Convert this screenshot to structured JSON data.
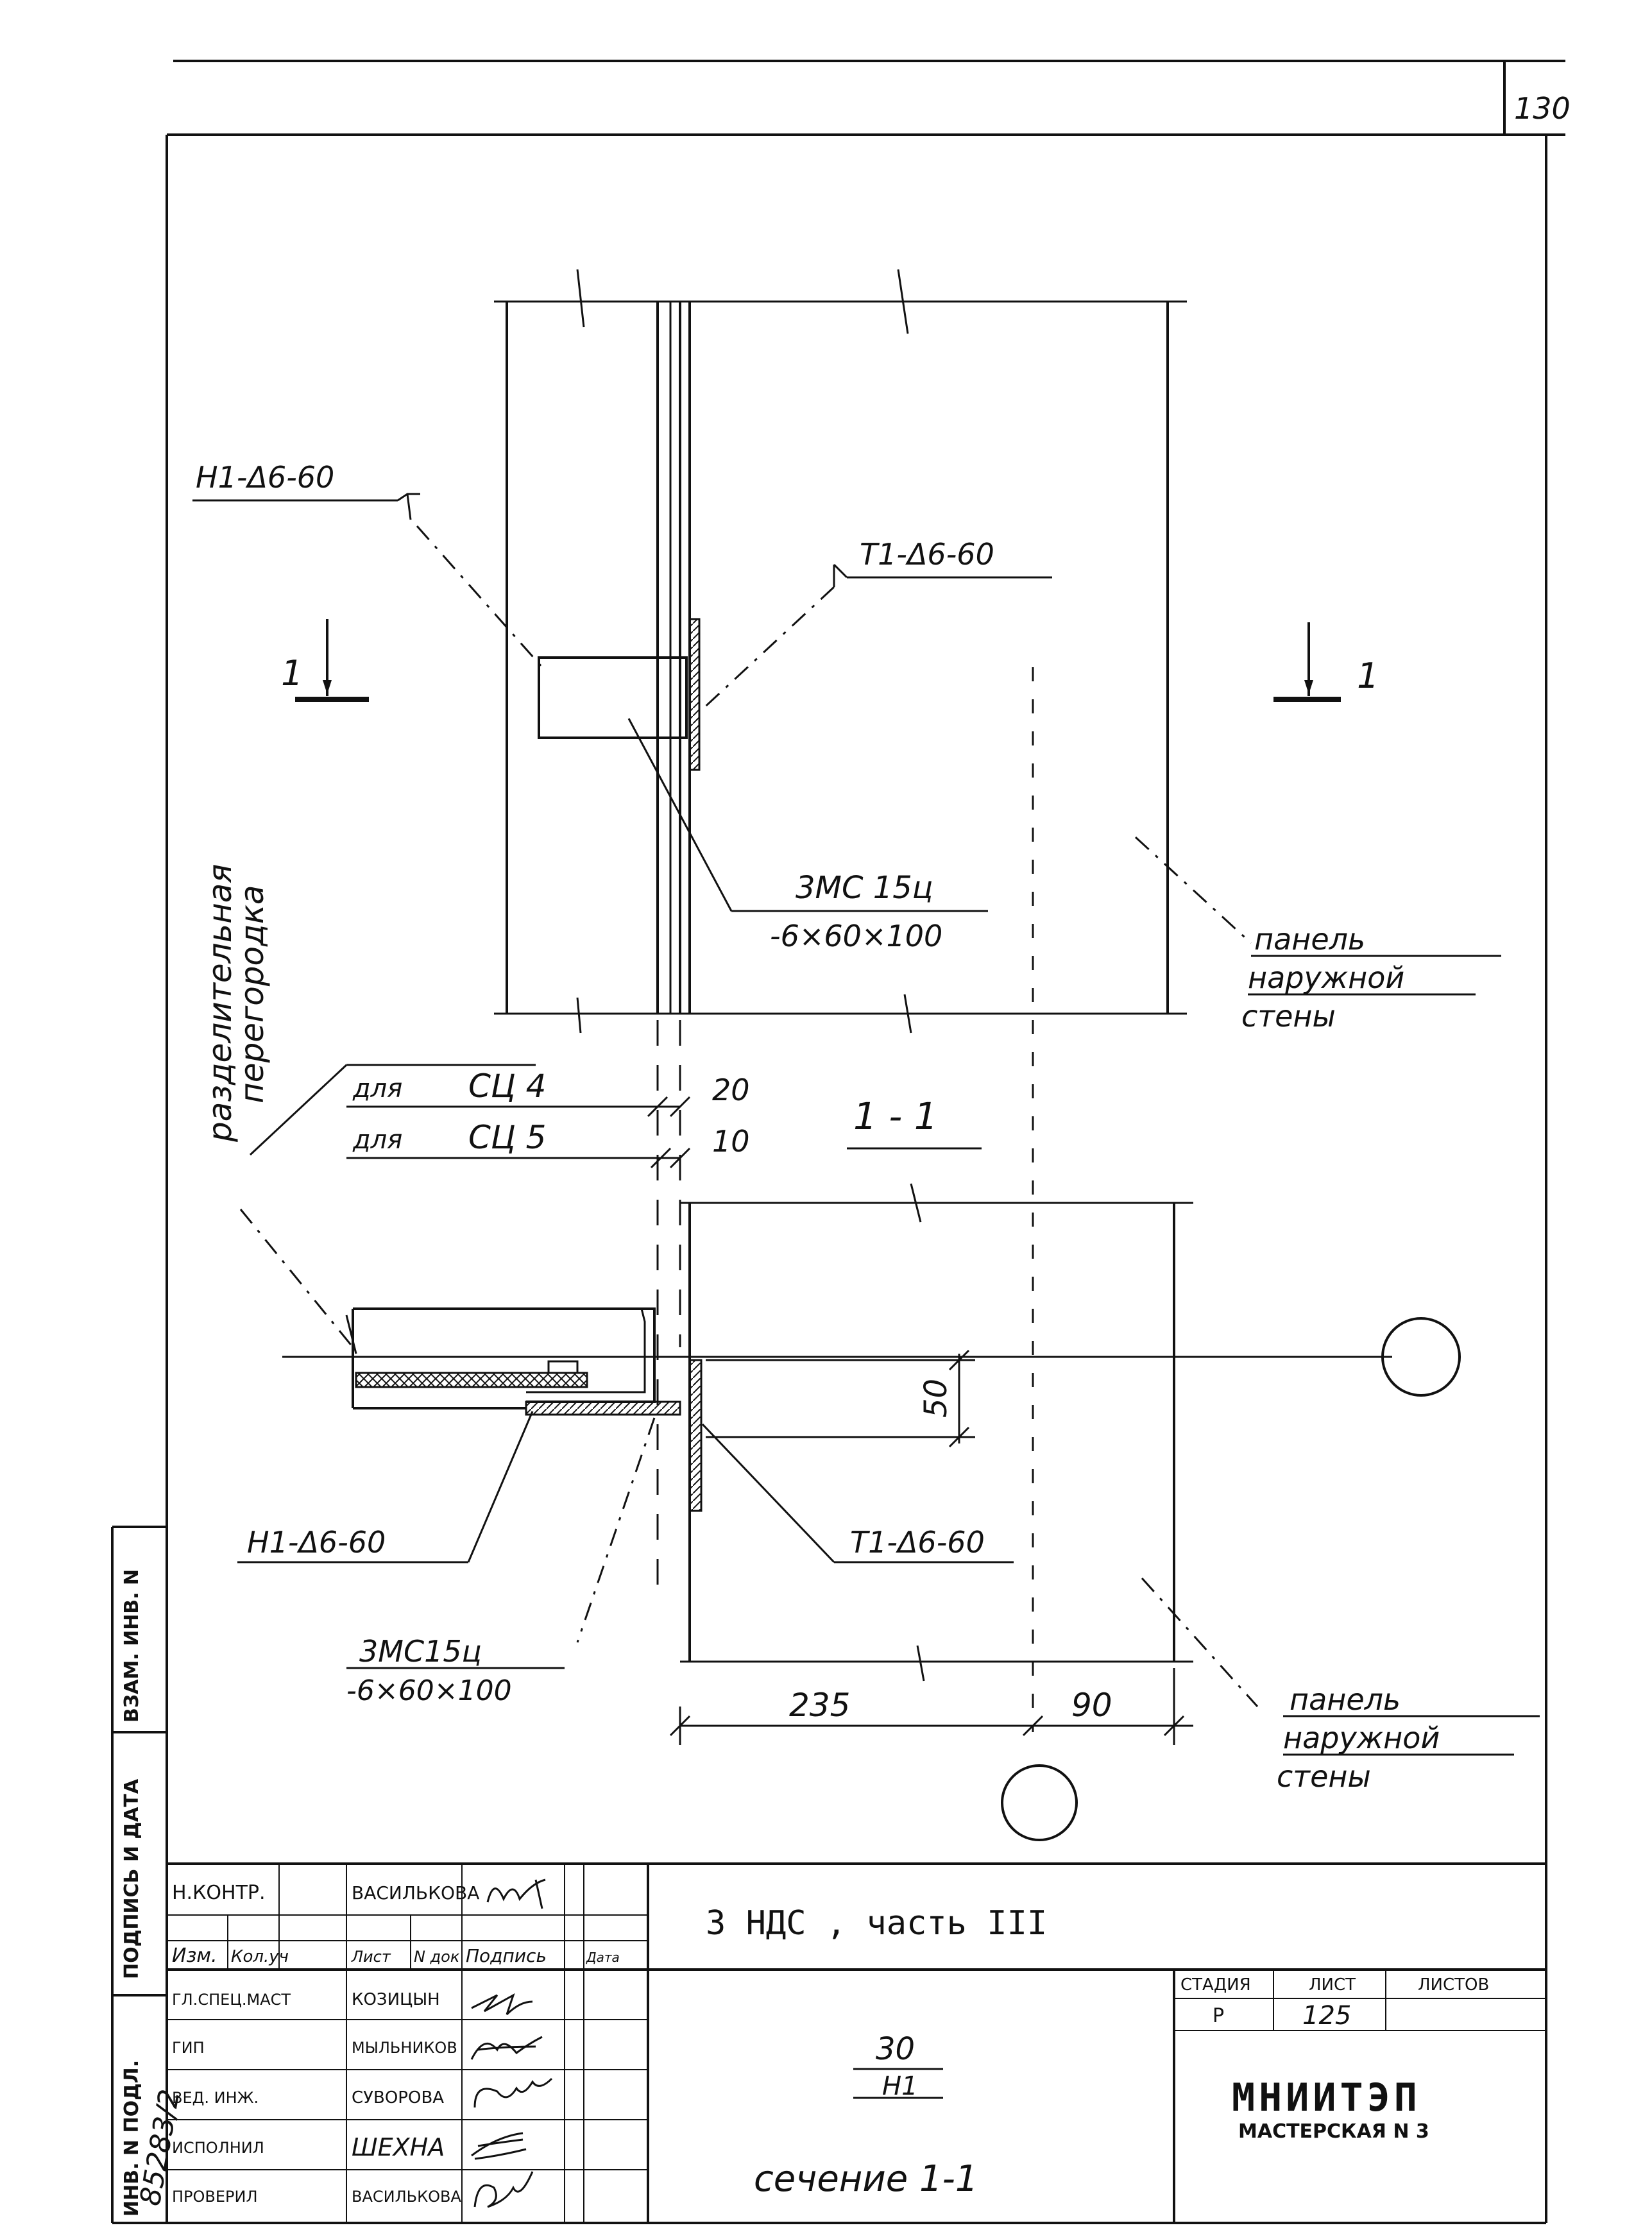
{
  "sheet_number": "130",
  "section_marks": {
    "left": "1",
    "right": "1"
  },
  "upper_view": {
    "left_callout": "Н1-Δ6-60",
    "right_callout": "Т1-Δ6-60",
    "plate_mark": "3МС 15ц",
    "plate_size": "-6×60×100",
    "wall_panel_label": [
      "панель",
      "наружной",
      "стены"
    ]
  },
  "partition_label": [
    "разделительная",
    "перегородка"
  ],
  "gap_notes": [
    {
      "label": "для",
      "mark": "СЦ 4",
      "value": "20"
    },
    {
      "label": "для",
      "mark": "СЦ 5",
      "value": "10"
    }
  ],
  "section_title": "1 - 1",
  "lower_view": {
    "left_callout": "Н1-Δ6-60",
    "right_callout": "Т1-Δ6-60",
    "plate_mark": "3МС15ц",
    "plate_size": "-6×60×100",
    "dim_vertical": "50",
    "dim_left": "235",
    "dim_right": "90",
    "wall_panel_label": [
      "панель",
      "наружной",
      "стены"
    ]
  },
  "side_stamp": [
    "ИНВ. N ПОДЛ.",
    "ПОДПИСЬ И ДАТА",
    "ВЗАМ. ИНВ. N"
  ],
  "side_stamp_number": "85283/2",
  "title_block": {
    "project": "3 НДС , часть III",
    "doc_code_top": "30",
    "doc_code_bottom": "Н1",
    "sheet_title": "сечение 1-1",
    "stage_header": "СТАДИЯ",
    "sheet_header": "ЛИСТ",
    "sheets_header": "ЛИСТОВ",
    "stage": "Р",
    "sheet": "125",
    "org": "МНИИТЭП",
    "workshop": "МАСТЕРСКАЯ N 3",
    "norm_control_role": "Н.КОНТР.",
    "norm_control_name": "ВАСИЛЬКОВА",
    "col_headers": [
      "Изм.",
      "Кол.уч",
      "Лист",
      "N док",
      "Подпись",
      "Дата"
    ],
    "staff": [
      {
        "role": "ГЛ.СПЕЦ.МАСТ",
        "name": "КОЗИЦЫН"
      },
      {
        "role": "ГИП",
        "name": "МЫЛЬНИКОВ"
      },
      {
        "role": "ВЕД. ИНЖ.",
        "name": "СУВОРОВА"
      },
      {
        "role": "ИСПОЛНИЛ",
        "name": "ШЕХНА"
      },
      {
        "role": "ПРОВЕРИЛ",
        "name": "ВАСИЛЬКОВА"
      }
    ]
  }
}
